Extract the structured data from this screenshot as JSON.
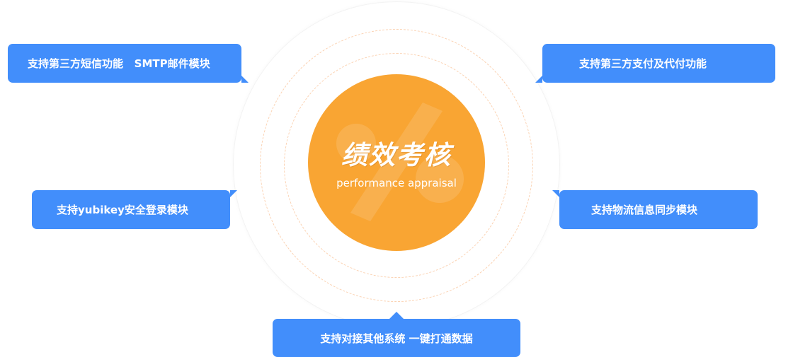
{
  "center": {
    "title": "绩效考核",
    "subtitle": "performance appraisal"
  },
  "features": [
    {
      "label": "支持第三方短信功能   SMTP邮件模块"
    },
    {
      "label": "支持第三方支付及代付功能"
    },
    {
      "label": "支持yubikey安全登录模块"
    },
    {
      "label": "支持物流信息同步模块"
    },
    {
      "label": "支持对接其他系统 一键打通数据"
    }
  ],
  "colors": {
    "accent_blue": "#428efb",
    "hub_orange": "#f9a533",
    "ring_dash": "#fbd2b2"
  },
  "icons": {
    "hub_background": "percent-icon"
  }
}
